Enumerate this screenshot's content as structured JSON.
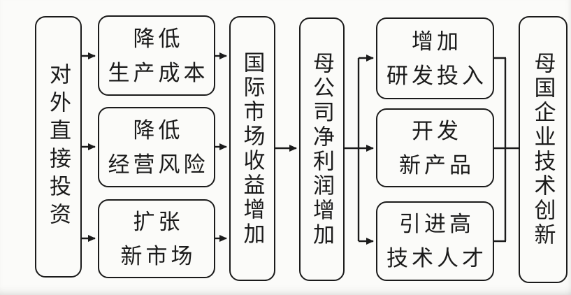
{
  "flowchart": {
    "source": {
      "label": "对外直接投资"
    },
    "drivers": [
      {
        "line1": "降低",
        "line2": "生产成本"
      },
      {
        "line1": "降低",
        "line2": "经营风险"
      },
      {
        "line1": "扩张",
        "line2": "新市场"
      }
    ],
    "market": {
      "label": "国际市场收益增加"
    },
    "profit": {
      "label": "母公司净利润增加"
    },
    "outcomes": [
      {
        "line1": "增加",
        "line2": "研发投入"
      },
      {
        "line1": "开发",
        "line2": "新产品"
      },
      {
        "line1": "引进高",
        "line2": "技术人才"
      }
    ],
    "result": {
      "label": "母国企业技术创新"
    }
  },
  "colors": {
    "ink": "#1b1b1b",
    "paper": "#fbfbf9"
  }
}
